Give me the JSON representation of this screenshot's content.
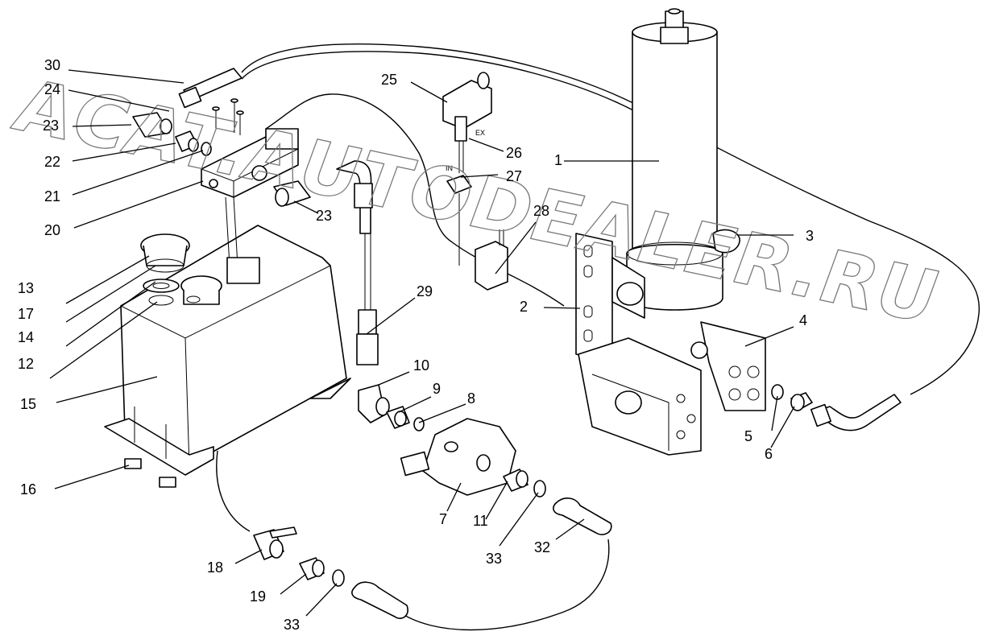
{
  "watermark": "ACAT.AUTODEALER.RU",
  "callouts": {
    "c1": "1",
    "c2": "2",
    "c3": "3",
    "c4": "4",
    "c5": "5",
    "c6": "6",
    "c7": "7",
    "c8": "8",
    "c9": "9",
    "c10": "10",
    "c11": "11",
    "c12": "12",
    "c13": "13",
    "c14": "14",
    "c15": "15",
    "c16": "16",
    "c17": "17",
    "c18": "18",
    "c19": "19",
    "c20": "20",
    "c21": "21",
    "c22": "22",
    "c23a": "23",
    "c23b": "23",
    "c24": "24",
    "c25": "25",
    "c26": "26",
    "c27": "27",
    "c28": "28",
    "c29": "29",
    "c30": "30",
    "c32": "32",
    "c33a": "33",
    "c33b": "33"
  },
  "valve_marks": {
    "ex": "EX",
    "in": "IN"
  }
}
